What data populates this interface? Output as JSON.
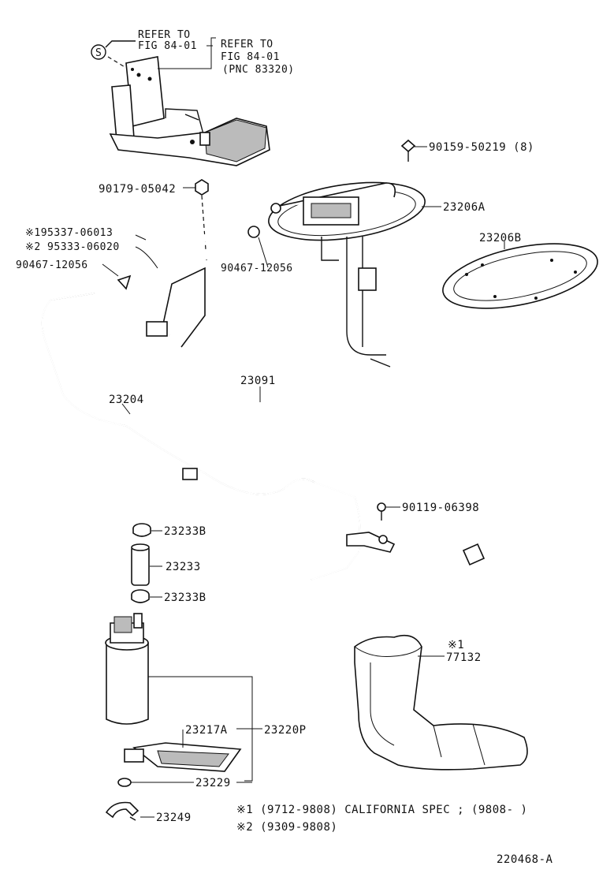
{
  "labels": {
    "refer_a_1": "REFER TO",
    "refer_a_2": "FIG 84-01",
    "refer_b_1": "REFER TO",
    "refer_b_2": "FIG 84-01",
    "refer_b_3": "(PNC 83320)",
    "s_mark": "S",
    "p90159": "90159-50219 (8)",
    "p90179": "90179-05042",
    "p23206a": "23206A",
    "p195337": "※195337-06013",
    "p95333": "※2 95333-06020",
    "p90467_l": "90467-12056",
    "p90467_r": "90467-12056",
    "p23206b": "23206B",
    "p23091": "23091",
    "p23204": "23204",
    "p90119": "90119-06398",
    "p23233b_1": "23233B",
    "p23233": "23233",
    "p23233b_2": "23233B",
    "p77132_mark": "※1",
    "p77132": "77132",
    "p23217a": "23217A",
    "p23220p": "23220P",
    "p23229": "23229",
    "p23249": "23249"
  },
  "notes": {
    "note1": "※1 (9712-9808) CALIFORNIA SPEC ; (9808-     )",
    "note2": "※2 (9309-9808)"
  },
  "figure_id": "220468-A"
}
